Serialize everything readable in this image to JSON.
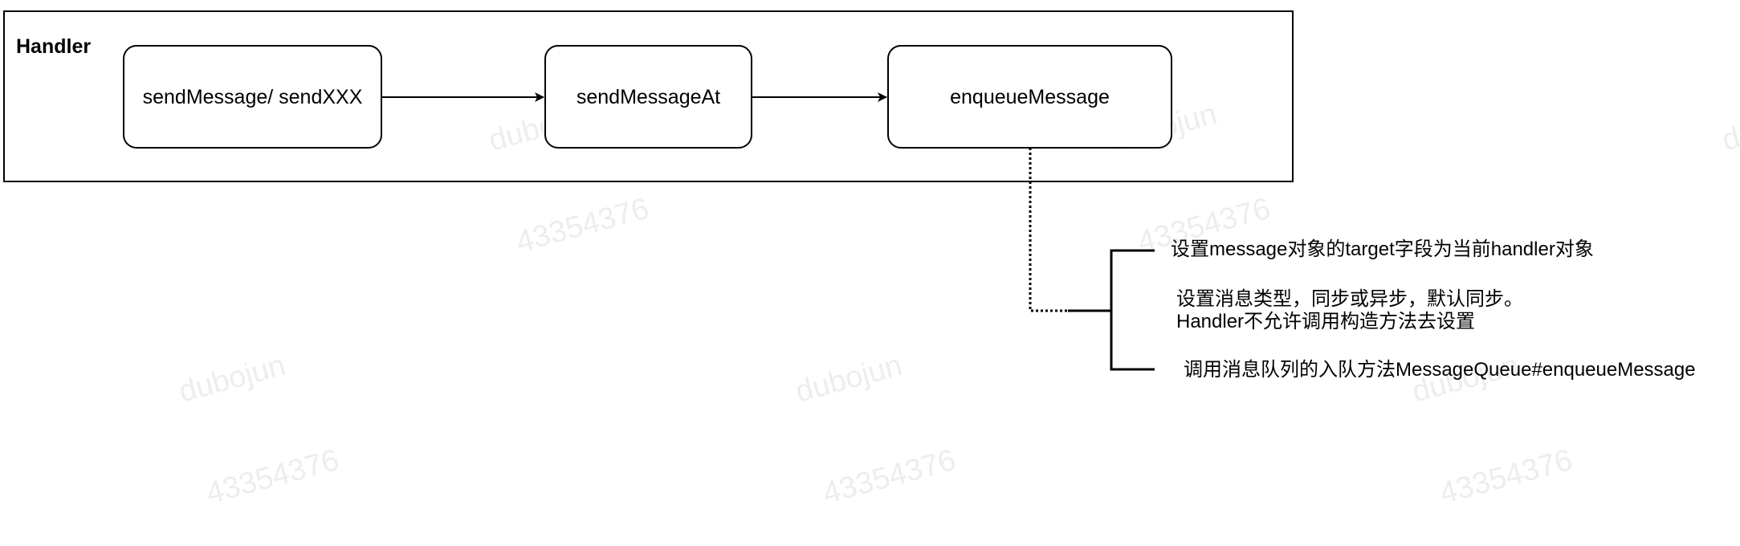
{
  "container": {
    "title": "Handler"
  },
  "nodes": [
    {
      "id": "send",
      "label": "sendMessage/ sendXXX"
    },
    {
      "id": "sendat",
      "label": "sendMessageAt"
    },
    {
      "id": "enqueue",
      "label": "enqueueMessage"
    }
  ],
  "notes": {
    "line1": "设置message对象的target字段为当前handler对象",
    "line2a": "设置消息类型，同步或异步，默认同步。",
    "line2b": "Handler不允许调用构造方法去设置",
    "line3": "调用消息队列的入队方法MessageQueue#enqueueMessage"
  },
  "watermarks": [
    {
      "name": "dubojun",
      "id": "43354376"
    },
    {
      "name": "dubojun",
      "id": "43354376"
    },
    {
      "name": "dubojun",
      "id": "43354376"
    },
    {
      "name": "dubojun",
      "id": "43354376"
    },
    {
      "name": "dubojun",
      "id": "43354376"
    },
    {
      "name": "dubojun",
      "id": "43354376"
    }
  ],
  "colors": {
    "stroke": "#000000",
    "watermark": "#000000"
  }
}
